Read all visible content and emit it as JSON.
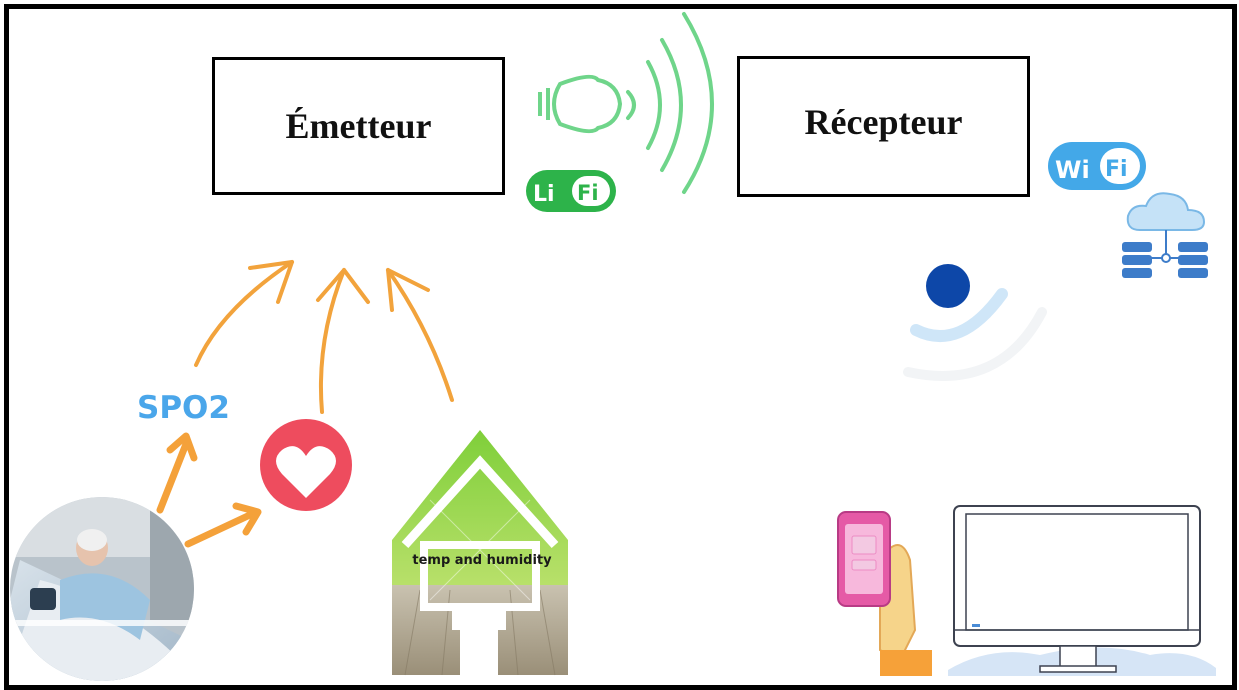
{
  "diagram": {
    "emitter_label": "Émetteur",
    "receiver_label": "Récepteur",
    "spo2_label": "SPO2",
    "house_label": "temp and humidity",
    "lifi_badge": {
      "left": "Li",
      "right": "Fi"
    },
    "wifi_badge": {
      "left": "Wi",
      "right": "Fi"
    }
  },
  "icons": [
    "lightbulb-icon",
    "lifi-logo",
    "wifi-logo",
    "cloud-database-icon",
    "signal-dot-icon",
    "heart-icon",
    "house-icon",
    "smartphone-hand-icon",
    "monitor-icon",
    "patient-photo"
  ],
  "colors": {
    "arrow": "#f2a33c",
    "lifi_green": "#2db34a",
    "wave_green": "#6fd58a",
    "wifi_blue": "#43a8e8",
    "heart_red": "#ee4c5e",
    "spo2_blue": "#4aa6ea",
    "dot_navy": "#0d47a8"
  }
}
